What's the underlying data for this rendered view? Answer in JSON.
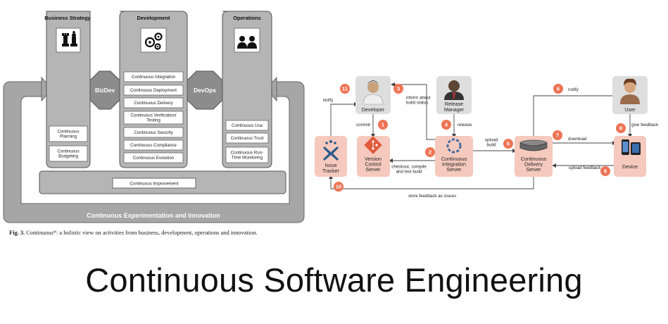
{
  "left_diagram": {
    "columns": [
      {
        "title": "Business Strategy",
        "items": [
          "Continuous\nPlanning",
          "Continuous\nBudgeting"
        ]
      },
      {
        "title": "Development",
        "items": [
          "Continuous Integration",
          "Continuous Deployment",
          "Continuous Delivery",
          "Continuous Verification/\nTesting",
          "Continuous Security",
          "Continuous Compliance",
          "Continuous Evolution"
        ]
      },
      {
        "title": "Operations",
        "items": [
          "Continuous Use",
          "Continuous Trust",
          "Continuous Run-\nTime Monitoring"
        ]
      }
    ],
    "connectors": {
      "bizdev": "BizDev",
      "devops": "DevOps"
    },
    "improvement": "Continuous Improvement",
    "outer_label": "Continuous Experimentation and Innovation",
    "caption_fig": "Fig. 3.",
    "caption_text": "Continuous*: a holistic view on activities from business, development, operations and innovation."
  },
  "right_diagram": {
    "nodes": {
      "developer": "Developer",
      "release_manager": "Release\nManager",
      "user": "User",
      "issue_tracker": "Issue\nTracker",
      "vcs": "Version\nControl\nServer",
      "ci": "Continuous\nIntegration\nServer",
      "cd": "Continuous\nDelivery\nServer",
      "device": "Device"
    },
    "steps": [
      {
        "n": "1",
        "label": "commit"
      },
      {
        "n": "2",
        "label": "checkout, compile\nand test build"
      },
      {
        "n": "3",
        "label": "inform about\nbuild status"
      },
      {
        "n": "4",
        "label": "release"
      },
      {
        "n": "5",
        "label": "upload\nbuild"
      },
      {
        "n": "6",
        "label": "notify"
      },
      {
        "n": "7",
        "label": "download"
      },
      {
        "n": "8",
        "label": "give feedback"
      },
      {
        "n": "9",
        "label": "upload feedback"
      },
      {
        "n": "10",
        "label": "store feedback as issues"
      },
      {
        "n": "11",
        "label": "notify"
      }
    ],
    "colors": {
      "node": "#f5c9bd",
      "badge": "#ee7456",
      "person_box": "#dedede"
    }
  },
  "title": "Continuous Software Engineering"
}
